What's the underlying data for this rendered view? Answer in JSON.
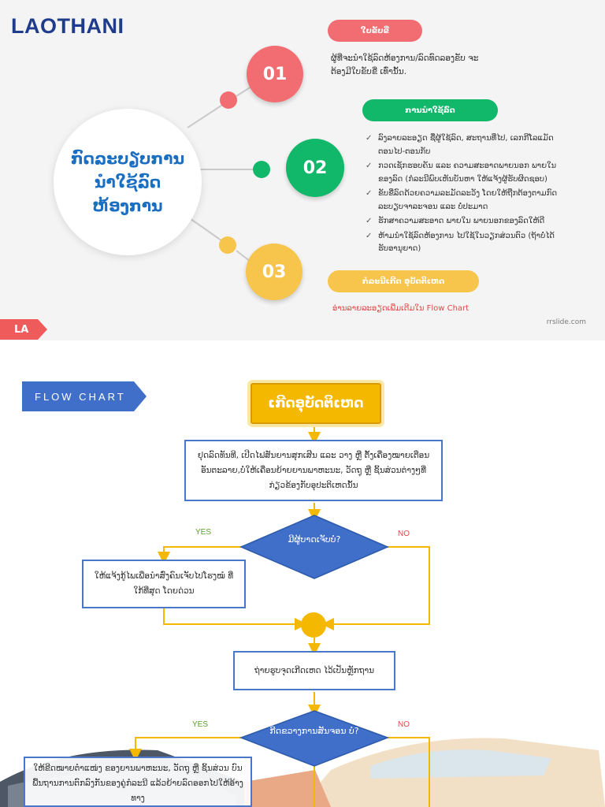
{
  "brand": {
    "logo": "LAOTHANI"
  },
  "infographic": {
    "center_title": "ກົດລະບຽບການນຳໃຊ້ລົດຫ້ອງການ",
    "steps": [
      {
        "number": "01",
        "pill": "ໃບຂັບຂີ່",
        "color": "#f26d72",
        "text": "ຜູ້ທີ່ຈະນຳໃຊ້ລົດຫ້ອງການ/ລົດທົດລອງຂັບ ຈະຕ້ອງມີໃບຂັບຂີ່ ເທົ່ານັ້ນ."
      },
      {
        "number": "02",
        "pill": "ການນຳໃຊ້ລົດ",
        "color": "#12b86a",
        "items": [
          "ລົງລາຍລະອຽດ ຊື່ຜູ້ໃຊ້ລົດ, ສະຖານທີ່ໄປ, ເລກກີໂລແມັດ ຕອນໄປ-ຕອນກັບ",
          "ກວດເຊັກຮອບຄັນ ແລະ ຄວາມສະອາດພາຍນອກ ພາຍໃນ ຂອງລົດ (ກໍລະນີພົບເຫັນບັນຫາ ໃຫ້ແຈ້ງຜູ້ຮັບຜິດຊອບ)",
          "ຂັບຂີ່ລົດດ້ວຍຄວາມລະມັດລະວັງ ໂດຍໃຫ້ຖືກຕ້ອງຕາມກົດລະບຽບຈາລະຈອນ ແລະ ບໍ່ປະມາດ",
          "ຮັກສາຄວາມສະອາດ ພາຍໃນ ພາຍນອກຂອງລົດໃຫ້ດີ",
          "ຫ້າມນຳໃຊ້ລົດຫ້ອງການ ໄປໃຊ້ໃນວຽກສ່ວນຕົວ (ຖ້າບໍ່ໄດ້ຮັບອານຸຍາດ)"
        ]
      },
      {
        "number": "03",
        "pill": "ກໍລະນີເກີດ ອຸບັດຕິເຫດ",
        "color": "#f7c44c",
        "note": "ອ່ານລາຍລະອຽດເພີ່ມເຕີມໃນ Flow Chart"
      }
    ],
    "footer_tag": "LA",
    "credit": "rrslide.com"
  },
  "flowchart": {
    "label": "FLOW CHART",
    "start": "ເກີດອຸບັດຕິເຫດ",
    "box1": "ຢຸດລົດທັນທີ, ເປີດໄຟສັນຍານສຸກເສີນ ແລະ ວາງ ຫຼື ຕັ້ງເຄື່ອງໝາຍເຕືອນອັນຕະລາຍ,ບໍ່ໃຫ້ເຄື່ອນຍ້າຍຍານພາຫະນະ, ວັດຖຸ ຫຼື ຊິ້ນສ່ວນຕ່າງໆທີ່ກ່ຽວຂ້ອງກັບອຸປະຕິເຫດນັ້ນ",
    "decision1": "ມີຜູ້ບາດເຈັບບໍ?",
    "yes1_box": "ໃຫ້ແຈ້ງກູ້ໄພເພື່ອນຳສົ່ງຄົນເຈັບໄປໂຮງໝໍ ທີ່ໃກ້ທີ່ສຸດ ໂດຍດ່ວນ",
    "box2": "ຖ່າຍຮູບຈຸດເກີດເຫດ ໄວ້ເປັນຫຼັກຖານ",
    "decision2": "ກີດຂວາງການສັນຈອນ ບໍ?",
    "yes2_box": "ໃຫ້ຂີດໝາຍຕຳແໜ່ງ ຂອງຍານພາຫະນະ, ວັດຖຸ ຫຼື ຊິ້ນສ່ວນ ບົນພື້ນຖານການຕົກລົງກັນຂອງຄູ່ກໍລະນີ ແລ້ວຍ້າຍລົດອອກໄປໃຫ້ອ້າງທາງ",
    "yes": "YES",
    "no": "NO",
    "colors": {
      "line": "#f5b800",
      "diamond": "#3f6fc9",
      "box_border": "#4a78c8"
    }
  }
}
